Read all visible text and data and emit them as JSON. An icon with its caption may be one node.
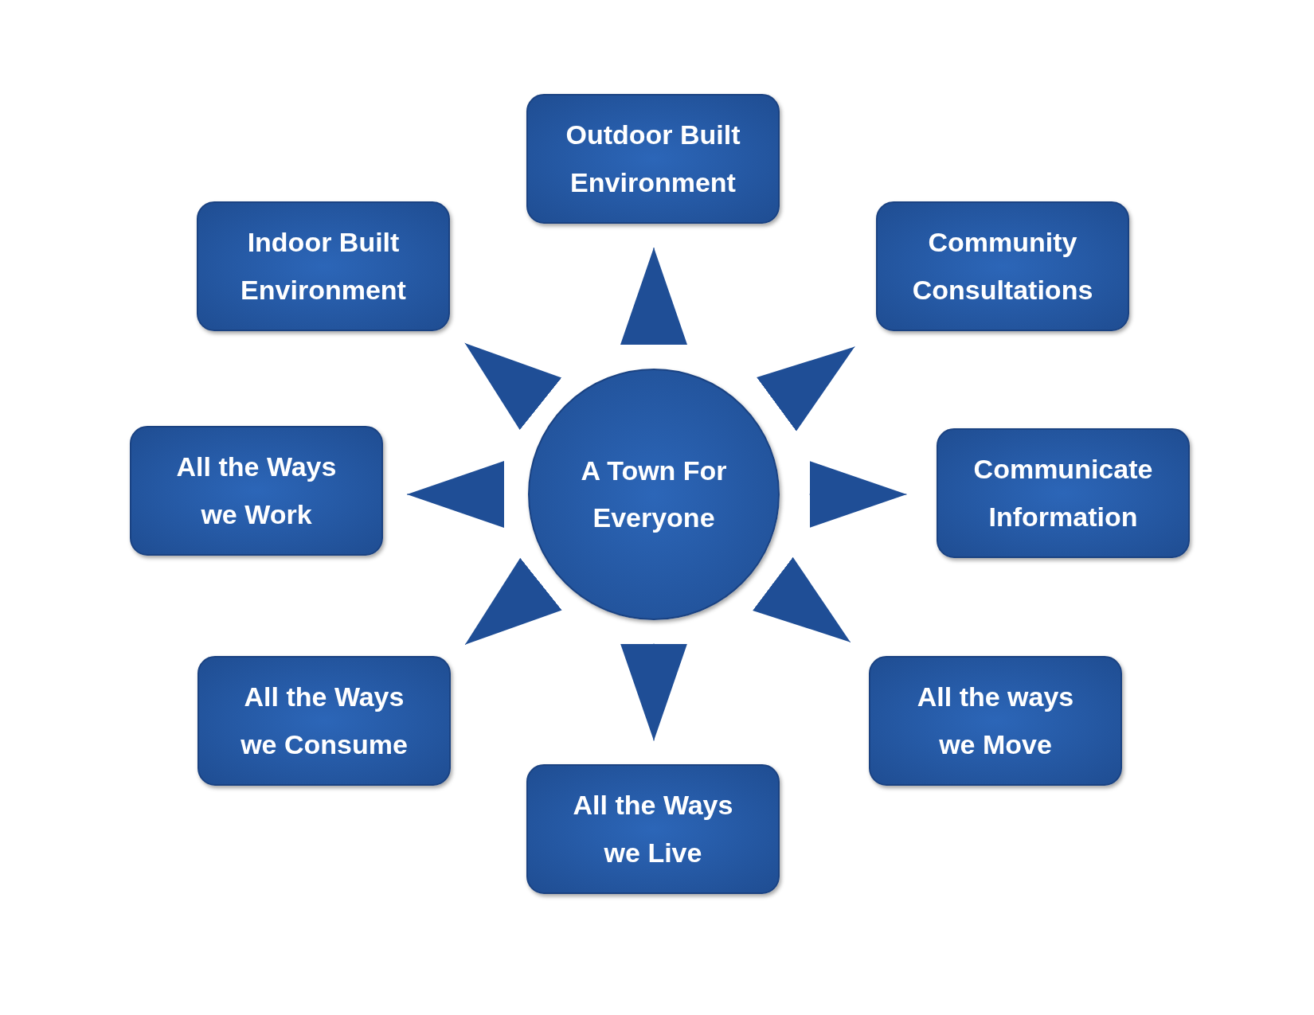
{
  "diagram": {
    "nodes": [
      {
        "text": [
          "Outdoor Built Environment"
        ]
      },
      {
        "text": [
          "Indoor Built Environment"
        ]
      },
      {
        "text": [
          "Community Consultations"
        ]
      },
      {
        "text": [
          "All the Ways we Work"
        ]
      },
      {
        "text": [
          "A Town For Everyone"
        ]
      },
      {
        "text": [
          "Communicate Information"
        ]
      },
      {
        "text": [
          "All the Ways we Consume"
        ]
      },
      {
        "text": [
          "All the ways we Move"
        ]
      },
      {
        "text": [
          "All the Ways we Live"
        ]
      }
    ],
    "edges": [
      {
        "from": 4,
        "to": 0,
        "arrow": "to"
      },
      {
        "from": 4,
        "to": 2,
        "arrow": "to"
      },
      {
        "from": 4,
        "to": 5,
        "arrow": "to"
      },
      {
        "from": 4,
        "to": 7,
        "arrow": "to"
      },
      {
        "from": 4,
        "to": 8,
        "arrow": "to"
      },
      {
        "from": 4,
        "to": 6,
        "arrow": "to"
      },
      {
        "from": 4,
        "to": 3,
        "arrow": "to"
      },
      {
        "from": 4,
        "to": 1,
        "arrow": "to"
      }
    ]
  }
}
